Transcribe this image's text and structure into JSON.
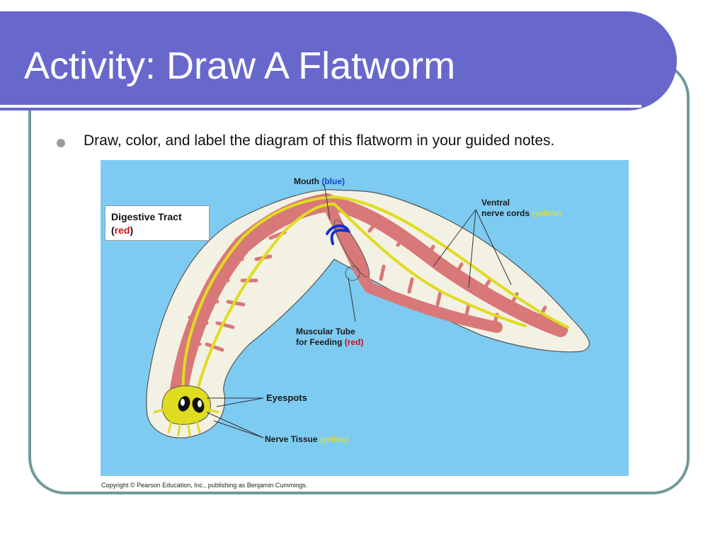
{
  "slide": {
    "title": "Activity: Draw A Flatworm",
    "bullet": "Draw, color, and label the diagram of this flatworm in your guided notes."
  },
  "figure": {
    "labels": {
      "mouth": "Mouth",
      "mouth_color": "(blue)",
      "ventral_line1": "Ventral",
      "ventral_line2": "nerve cords",
      "ventral_color": "(yellow)",
      "muscular_line1": "Muscular Tube",
      "muscular_line2": "for Feeding",
      "muscular_color": "(red)",
      "eyespots": "Eyespots",
      "nerve_tissue": "Nerve Tissue",
      "nerve_color": "(yellow)",
      "digestive_line1": "Digestive Tract",
      "digestive_open": "(",
      "digestive_color": "red",
      "digestive_close": ")"
    },
    "copyright": "Copyright © Pearson Education, Inc., publishing as Benjamin Cummings.",
    "colors": {
      "background": "#7ecbf2",
      "body": "#f3f1e3",
      "gut": "#d97878",
      "nerve": "#e0dc20",
      "mouth": "#1133cc"
    }
  }
}
